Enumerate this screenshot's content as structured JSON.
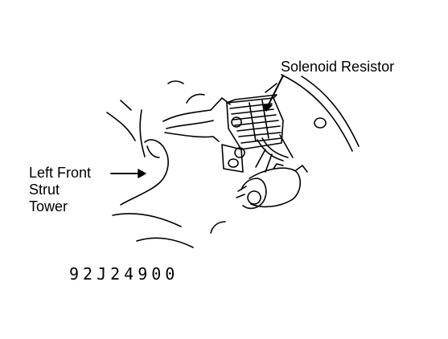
{
  "labels": {
    "solenoid_resistor": "Solenoid Resistor",
    "strut_tower": [
      "Left Front",
      "Strut",
      "Tower"
    ]
  },
  "figure_code": "92J24900",
  "colors": {
    "ink": "#000000",
    "paper": "#ffffff"
  }
}
